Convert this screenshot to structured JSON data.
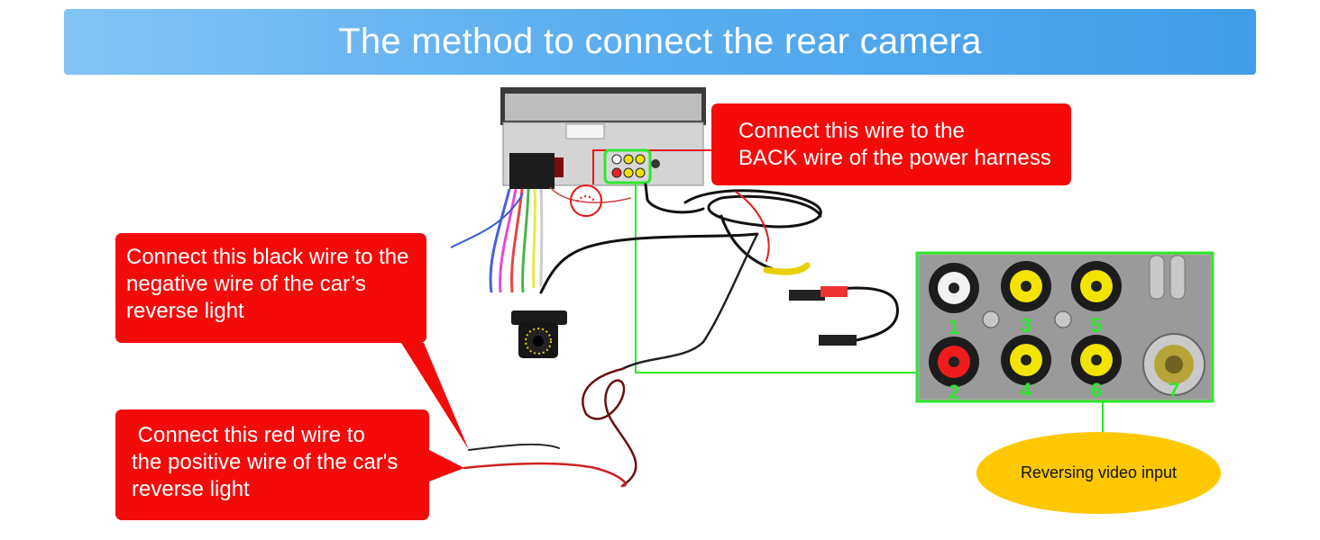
{
  "title": "The method to connect the rear camera",
  "callouts": {
    "back_wire": [
      "Connect this wire to the",
      "BACK wire of the power harness"
    ],
    "black_wire": [
      "Connect this black wire to the",
      "negative wire of the car’s",
      "reverse light"
    ],
    "red_wire": [
      " Connect this red wire to",
      "the positive wire of the car's",
      "reverse light"
    ]
  },
  "reversing_label": "Reversing video input",
  "jack_numbers": [
    "1",
    "2",
    "3",
    "4",
    "5",
    "6",
    "7"
  ],
  "colors": {
    "banner_start": "#82c3f5",
    "banner_end": "#3f9de9",
    "callout_red": "#f50a0a",
    "highlight_green": "#2ce82c",
    "ellipse_yellow": "#fec800"
  }
}
